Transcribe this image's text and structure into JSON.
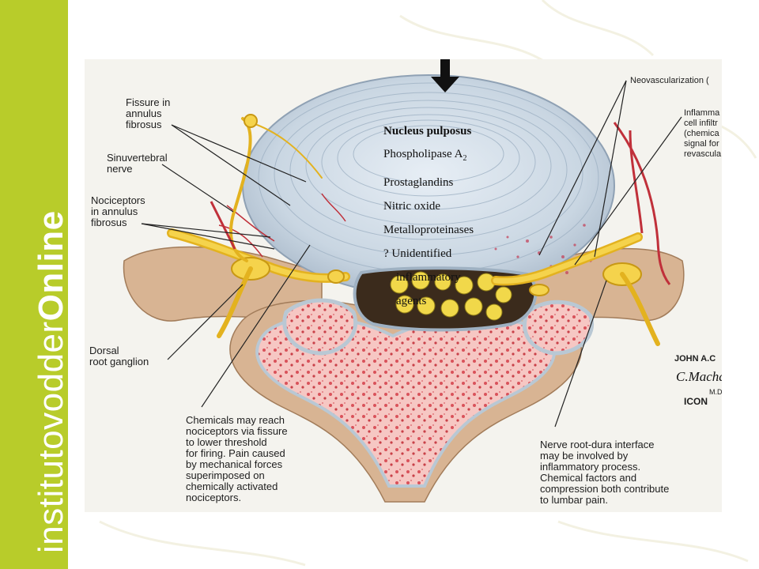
{
  "sidebar": {
    "brand_normal": "institutovodder",
    "brand_bold": "Online",
    "color": "#b8cc2a"
  },
  "figure": {
    "nucleus": {
      "title": "Nucleus pulposus",
      "items": [
        "Phospholipase A",
        "Prostaglandins",
        "Nitric oxide",
        "Metalloproteinases",
        "? Unidentified",
        "inflammatory",
        "agents"
      ],
      "subscript": "2"
    },
    "labels": {
      "fissure": "Fissure in\nannulus\nfibrosus",
      "sinuvertebral": "Sinuvertebral\nnerve",
      "nociceptors": "Nociceptors\nin annulus\nfibrosus",
      "dorsal": "Dorsal\nroot ganglion",
      "chemicals": "Chemicals may reach\nnociceptors via fissure\nto lower threshold\nfor firing. Pain caused\nby mechanical forces\nsuperimposed on\nchemically activated\nnociceptors.",
      "neovascularization": "Neovascularization (",
      "inflammatory_infiltrate": "Inflamma\ncell infiltr\n(chemica\nsignal for\nrevascula",
      "nerve_root": "Nerve root-dura interface\nmay be involved by\ninflammatory process.\nChemical factors and\ncompression both contribute\nto lumbar pain."
    },
    "signature": {
      "line1": "JOHN A.C",
      "line2": "C.Macha",
      "line3": "M.D",
      "line4": "ICON"
    }
  }
}
